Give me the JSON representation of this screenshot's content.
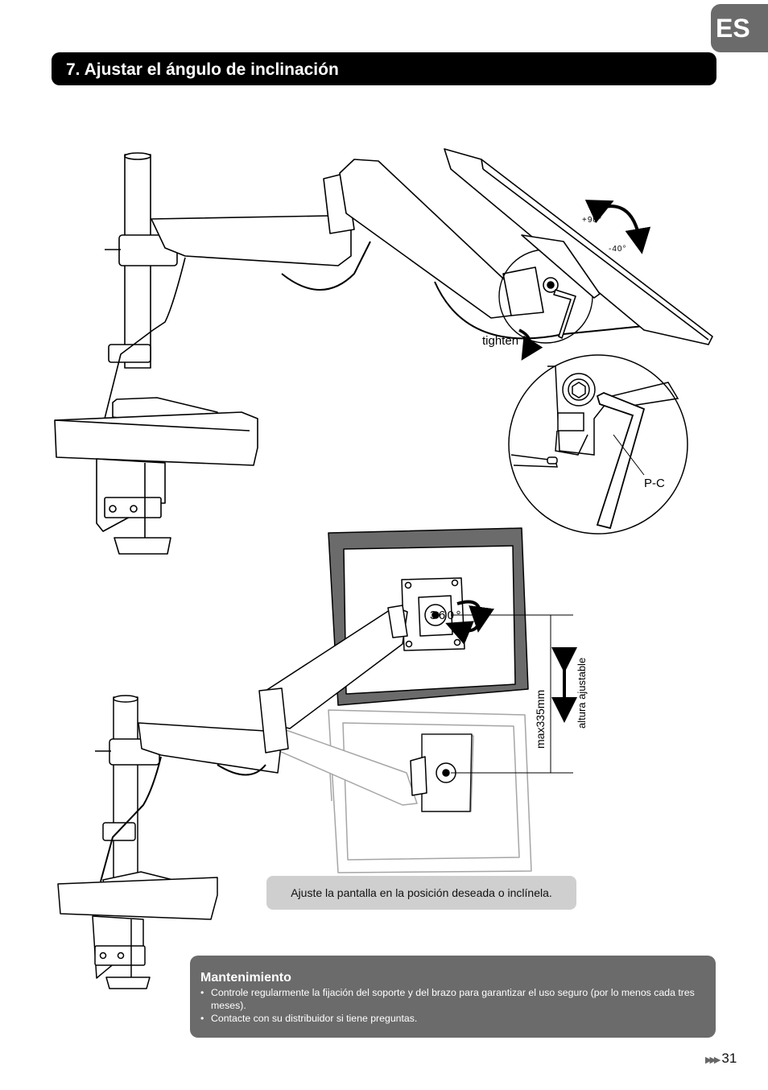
{
  "lang_tab": "ES",
  "section_title": "7. Ajustar el ángulo de inclinación",
  "figure1": {
    "angle_plus": "+90°",
    "angle_minus": "-40°",
    "tighten_label": "tighten",
    "tool_label": "P-C"
  },
  "figure2": {
    "rotation_label": "360°",
    "height_label": "max335mm",
    "adjustable_label": "altura ajustable"
  },
  "caption": "Ajuste la pantalla en la posición deseada o inclínela.",
  "maintenance": {
    "title": "Mantenimiento",
    "items": [
      "Controle regularmente la fijación del soporte y del brazo para garantizar el uso seguro (por lo menos cada tres meses).",
      "Contacte con su distribuidor si tiene preguntas."
    ]
  },
  "page_number": "31"
}
